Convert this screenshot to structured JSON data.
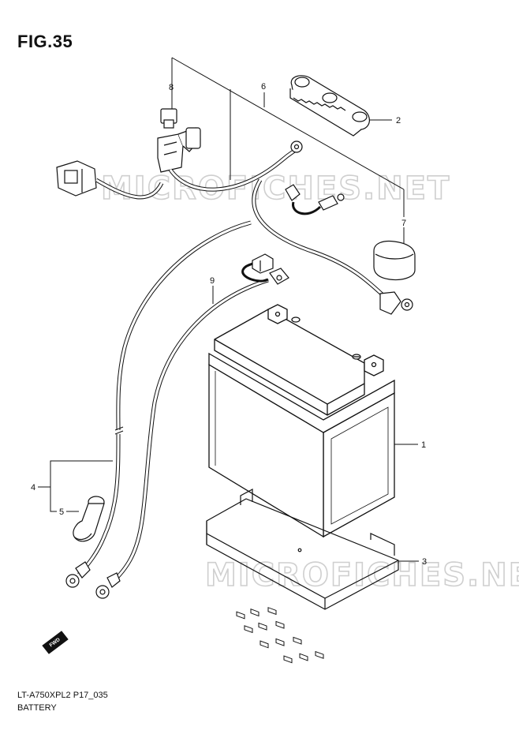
{
  "figure": {
    "title": "FIG.35"
  },
  "callouts": [
    "1",
    "2",
    "3",
    "4",
    "5",
    "6",
    "7",
    "8",
    "9"
  ],
  "watermark": "MICROFICHES.NET",
  "badge": {
    "label": "FWD"
  },
  "footer": {
    "code": "LT-A750XPL2 P17_035",
    "name": "BATTERY"
  }
}
